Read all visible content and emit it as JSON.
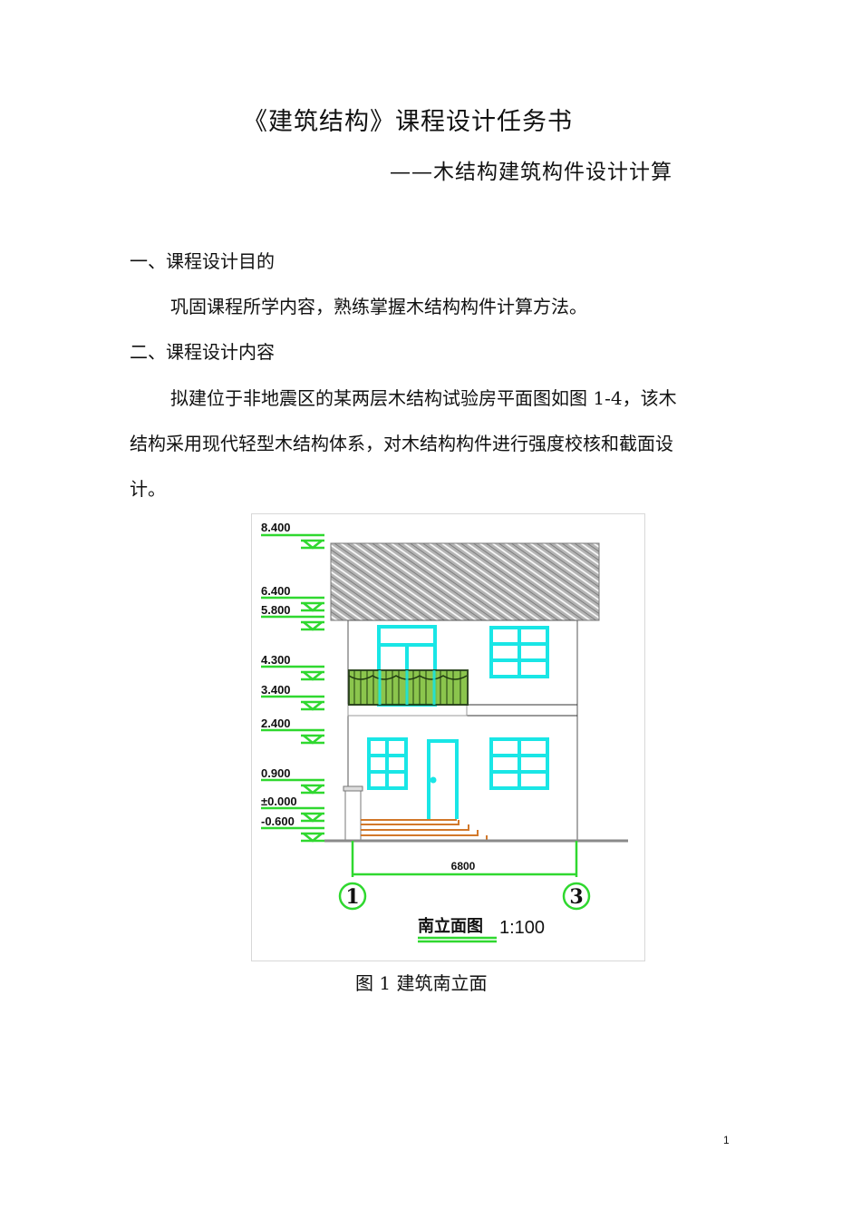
{
  "document": {
    "title": "《建筑结构》课程设计任务书",
    "subtitle": "——木结构建筑构件设计计算",
    "sections": [
      {
        "heading": "一、课程设计目的",
        "paragraphs": [
          "巩固课程所学内容，熟练掌握木结构构件计算方法。"
        ]
      },
      {
        "heading": "二、课程设计内容",
        "paragraphs": [
          "拟建位于非地震区的某两层木结构试验房平面图如图 1-4，该木",
          "结构采用现代轻型木结构体系，对木结构构件进行强度校核和截面设",
          "计。"
        ]
      }
    ],
    "figure": {
      "caption": "图  1  建筑南立面",
      "drawing_title": "南立面图",
      "scale": "1:100",
      "elevations": [
        "8.400",
        "6.400",
        "5.800",
        "4.300",
        "3.400",
        "2.400",
        "0.900",
        "±0.000",
        "-0.600"
      ],
      "dimension": "6800",
      "axis_left": "1",
      "axis_right": "3",
      "colors": {
        "annotation": "#2fd82f",
        "window": "#19e6e6",
        "railing": "#3c8a1e",
        "steps": "#d2782a",
        "roof": "#9a9a9a"
      }
    },
    "page_number": "1"
  }
}
